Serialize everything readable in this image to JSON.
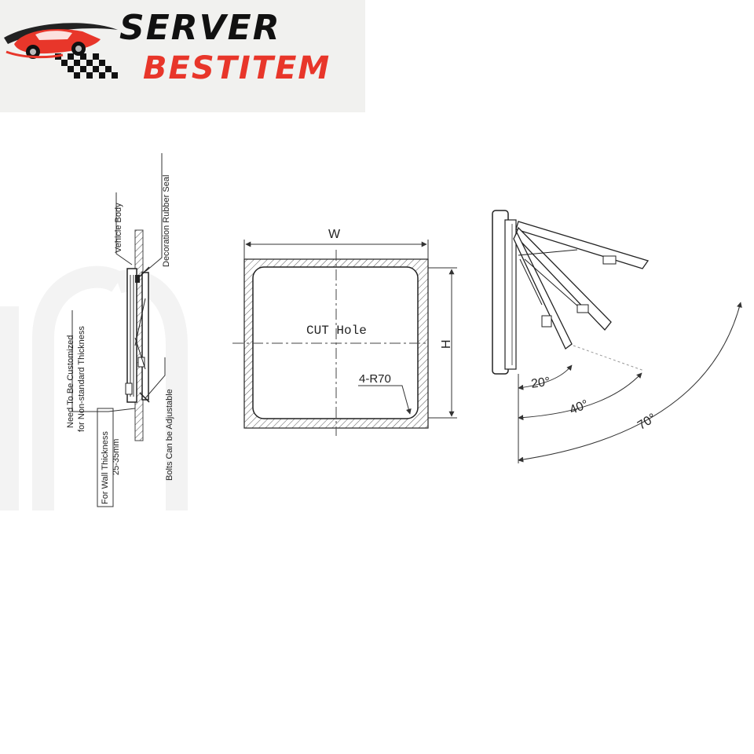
{
  "brand": {
    "line1": "SERVER",
    "line2_a": "BEST",
    "line2_b": "ITEM",
    "accent_color": "#e8362a",
    "dark_color": "#111111"
  },
  "side_view": {
    "vehicle_body": "Vehicle Body",
    "decoration_seal": "Decoration Rubber Seal",
    "customized_line1": "Need To Be Customized",
    "customized_line2": "for Non-standard Thickness",
    "wall_line1": "For Wall Thickness",
    "wall_line2": "25-35mm",
    "bolts": "Bolts Can be Adjustable"
  },
  "cut_view": {
    "width_label": "W",
    "height_label": "H",
    "center_label": "CUT Hole",
    "radius_label": "4-R70"
  },
  "angle_view": {
    "angles": [
      "20°",
      "40°",
      "70°"
    ]
  }
}
